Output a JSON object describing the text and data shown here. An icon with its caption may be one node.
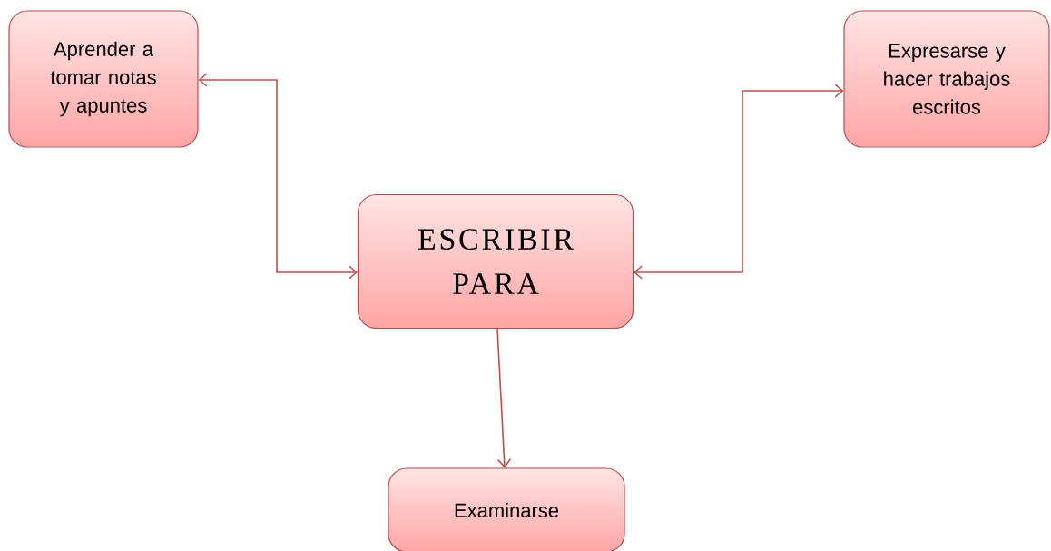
{
  "diagram": {
    "nodes": [
      {
        "text": [
          "Aprender a tomar notas y apuntes"
        ]
      },
      {
        "text": [
          "Expresarse y hacer trabajos escritos"
        ]
      },
      {
        "text": [
          "ESCRIBIR PARA"
        ]
      },
      {
        "text": [
          "Examinarse"
        ]
      }
    ],
    "edges": [
      {
        "from": 2,
        "to": 0,
        "arrow": "both"
      },
      {
        "from": 2,
        "to": 1,
        "arrow": "both"
      },
      {
        "from": 2,
        "to": 3,
        "arrow": "to"
      }
    ]
  }
}
